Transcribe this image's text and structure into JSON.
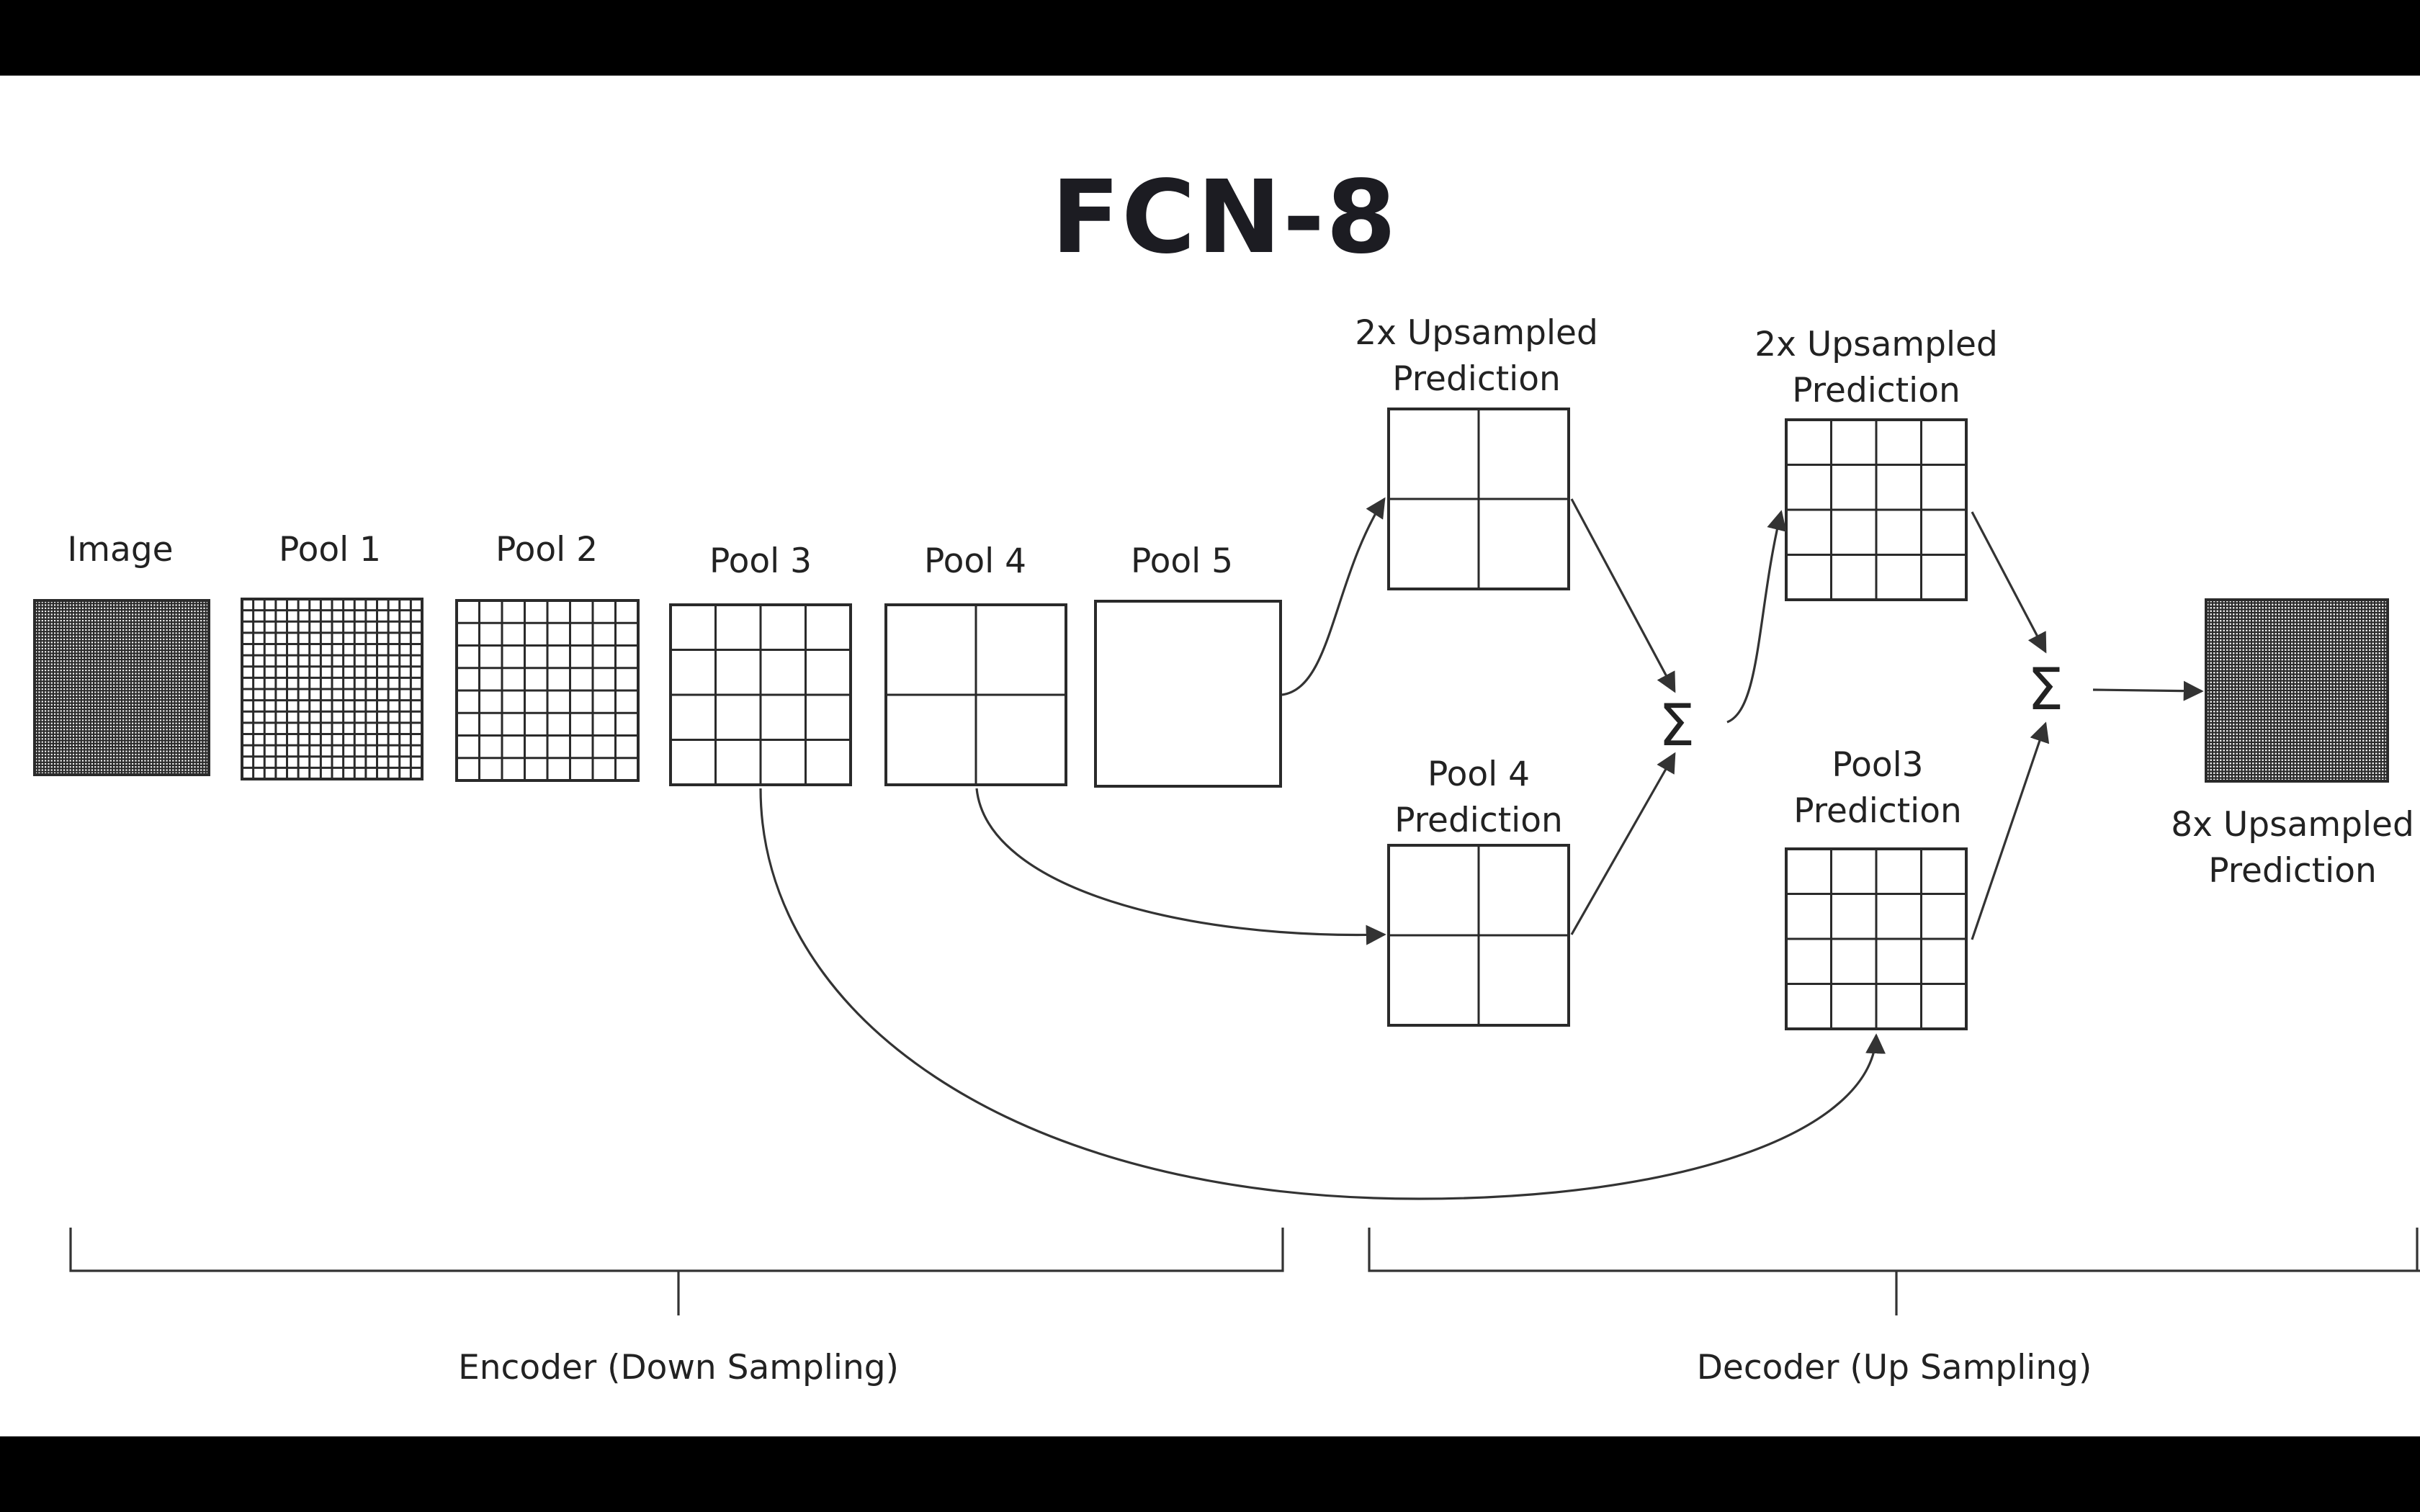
{
  "title": "FCN-8",
  "encoder": {
    "stages": [
      {
        "label": "Image",
        "cells": 56
      },
      {
        "label": "Pool 1",
        "cells": 16
      },
      {
        "label": "Pool 2",
        "cells": 8
      },
      {
        "label": "Pool 3",
        "cells": 4
      },
      {
        "label": "Pool 4",
        "cells": 2
      },
      {
        "label": "Pool 5",
        "cells": 1
      }
    ],
    "section_label": "Encoder (Down Sampling)"
  },
  "decoder": {
    "upsampled_2x_a": {
      "line1": "2x Upsampled",
      "line2": "Prediction",
      "cells": 2
    },
    "pool4_prediction": {
      "line1": "Pool 4",
      "line2": "Prediction",
      "cells": 2
    },
    "upsampled_2x_b": {
      "line1": "2x Upsampled",
      "line2": "Prediction",
      "cells": 4
    },
    "pool3_prediction": {
      "line1": "Pool3",
      "line2": "Prediction",
      "cells": 4
    },
    "upsampled_8x": {
      "line1": "8x Upsampled",
      "line2": "Prediction",
      "cells": 56
    },
    "sum_symbol": "Σ",
    "section_label": "Decoder (Up Sampling)"
  }
}
